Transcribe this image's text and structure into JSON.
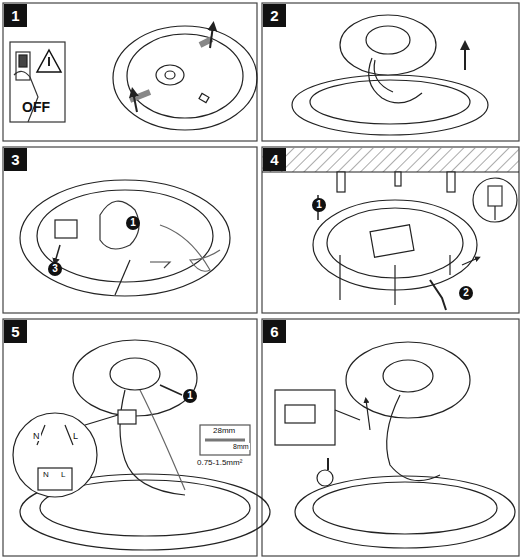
{
  "diagram": {
    "nodes": [
      {
        "text": [
          "1"
        ]
      },
      {
        "text": [
          "2"
        ]
      },
      {
        "text": [
          "3"
        ]
      },
      {
        "text": [
          "4"
        ]
      },
      {
        "text": [
          "5"
        ]
      },
      {
        "text": [
          "6"
        ]
      }
    ],
    "labels": [
      "OFF",
      "1",
      "3",
      "1",
      "2",
      "1",
      "N",
      "L",
      "N",
      "L",
      "28mm",
      "8mm",
      "0.75-1.5mm²"
    ]
  }
}
